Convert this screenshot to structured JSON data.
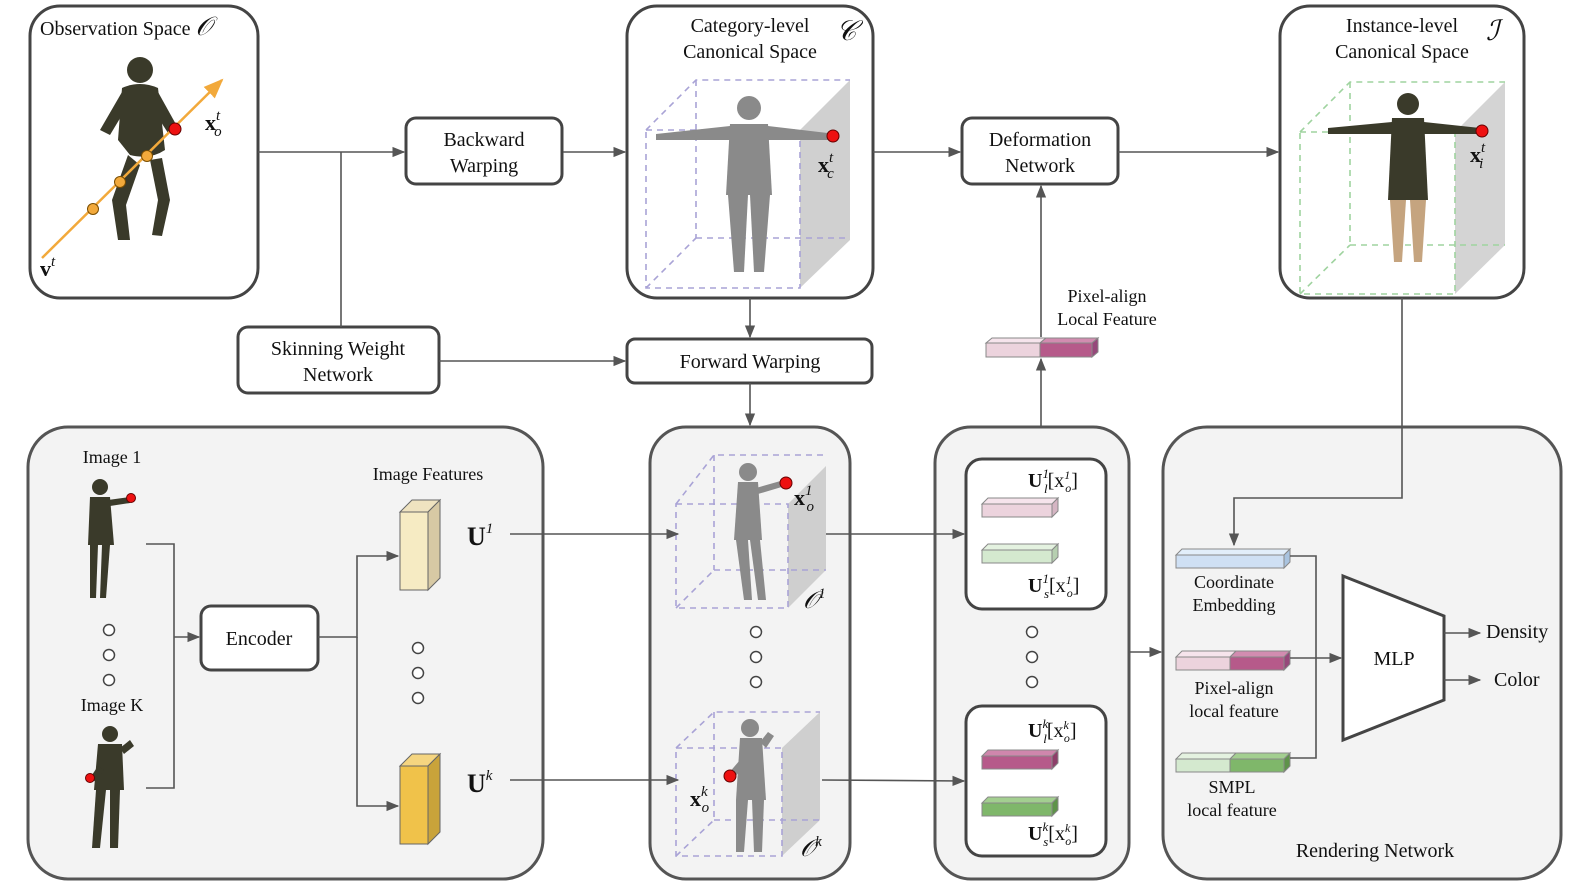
{
  "diagram": {
    "observation_space": {
      "title": "Observation Space",
      "symbol": "𝒪",
      "point": "x",
      "point_sub": "o",
      "point_sup": "t",
      "ray": "v",
      "ray_sup": "t"
    },
    "category_space": {
      "title_line1": "Category-level",
      "title_line2": "Canonical Space",
      "symbol": "𝒞",
      "point": "x",
      "point_sub": "c",
      "point_sup": "t"
    },
    "instance_space": {
      "title_line1": "Instance-level",
      "title_line2": "Canonical Space",
      "symbol": "ℐ",
      "point": "x",
      "point_sub": "i",
      "point_sup": "t"
    },
    "backward_warping": {
      "line1": "Backward",
      "line2": "Warping"
    },
    "deformation_network": {
      "line1": "Deformation",
      "line2": "Network"
    },
    "skinning_network": {
      "line1": "Skinning Weight",
      "line2": "Network"
    },
    "forward_warping": {
      "label": "Forward Warping"
    },
    "pixel_align_feature": {
      "line1": "Pixel-align",
      "line2": "Local Feature"
    },
    "encoder_panel": {
      "image1": "Image 1",
      "imagek": "Image K",
      "image_features": "Image Features",
      "encoder": "Encoder",
      "u1": "U",
      "u1_sup": "1",
      "uk": "U",
      "uk_sup": "k"
    },
    "obs_panel": {
      "o1": "𝒪",
      "o1_sup": "1",
      "ok": "𝒪",
      "ok_sup": "k",
      "x1": "x",
      "x1_sub": "o",
      "x1_sup": "1",
      "xk": "x",
      "xk_sub": "o",
      "xk_sup": "k"
    },
    "feature_panel": {
      "ul1": "U",
      "ul1_sub": "l",
      "ul1_sup": "1",
      "ul1_arg": "[x",
      "ul1_arg_sub": "o",
      "ul1_arg_sup": "1",
      "ul1_close": "]",
      "us1": "U",
      "us1_sub": "s",
      "us1_sup": "1",
      "us1_arg": "[x",
      "us1_arg_sub": "o",
      "us1_arg_sup": "1",
      "us1_close": "]",
      "ulk": "U",
      "ulk_sub": "l",
      "ulk_sup": "k",
      "ulk_arg": "[x",
      "ulk_arg_sub": "o",
      "ulk_arg_sup": "k",
      "ulk_close": "]",
      "usk": "U",
      "usk_sub": "s",
      "usk_sup": "k",
      "usk_arg": "[x",
      "usk_arg_sub": "o",
      "usk_arg_sup": "k",
      "usk_close": "]"
    },
    "rendering_panel": {
      "title": "Rendering Network",
      "coord_line1": "Coordinate",
      "coord_line2": "Embedding",
      "pixel_line1": "Pixel-align",
      "pixel_line2": "local feature",
      "smpl_line1": "SMPL",
      "smpl_line2": "local feature",
      "mlp": "MLP",
      "density": "Density",
      "color": "Color"
    },
    "colors": {
      "pink_light": "#ecd3dd",
      "pink_dark": "#b65a8a",
      "green_light": "#d4e9cf",
      "green_dark": "#7fb76a",
      "blue_light": "#cfe0f4",
      "yellow_light": "#f6ebc3",
      "yellow_dark": "#f0c24a",
      "red_point": "#e11111",
      "orange_point": "#f2a93b"
    }
  }
}
